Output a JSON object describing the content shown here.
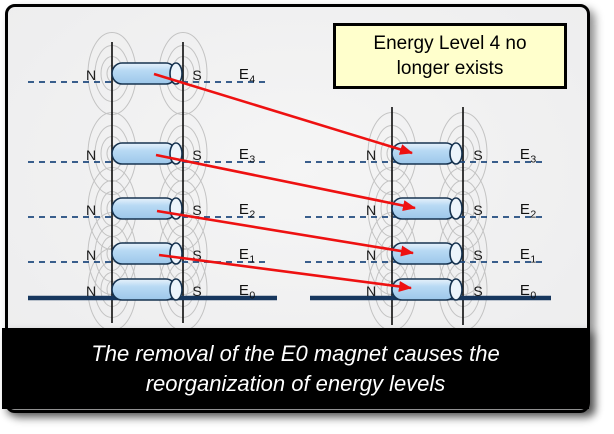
{
  "colors": {
    "frame_bg": "#EFEFEF",
    "frame_border": "#000000",
    "level_line": "#1F497D",
    "ground_line": "#17375E",
    "rail_line": "#1A1A1A",
    "magnet_fill_top": "#E8F2FB",
    "magnet_fill_mid": "#B9DAF4",
    "magnet_fill_bottom": "#9CC7EA",
    "magnet_cap": "#ECF4FB",
    "magnet_outline": "#16324F",
    "field_line": "#BBBBBB",
    "arrow": "#EE1111",
    "callout_bg": "#FFFFCC",
    "callout_text": "#000000",
    "caption_bg": "#000000",
    "caption_text": "#FFFFFF"
  },
  "callout": {
    "line1": "Energy Level 4 no",
    "line2": "longer exists"
  },
  "caption": {
    "line1": "The removal of the E0 magnet causes the",
    "line2": "reorganization of energy levels"
  },
  "pole": {
    "north": "N",
    "south": "S"
  },
  "left_stack": {
    "levels": [
      {
        "base": "E",
        "sub": "4"
      },
      {
        "base": "E",
        "sub": "3"
      },
      {
        "base": "E",
        "sub": "2"
      },
      {
        "base": "E",
        "sub": "1"
      },
      {
        "base": "E",
        "sub": "0"
      }
    ]
  },
  "right_stack": {
    "levels": [
      {
        "base": "E",
        "sub": "3"
      },
      {
        "base": "E",
        "sub": "2"
      },
      {
        "base": "E",
        "sub": "1"
      },
      {
        "base": "E",
        "sub": "0"
      }
    ]
  }
}
